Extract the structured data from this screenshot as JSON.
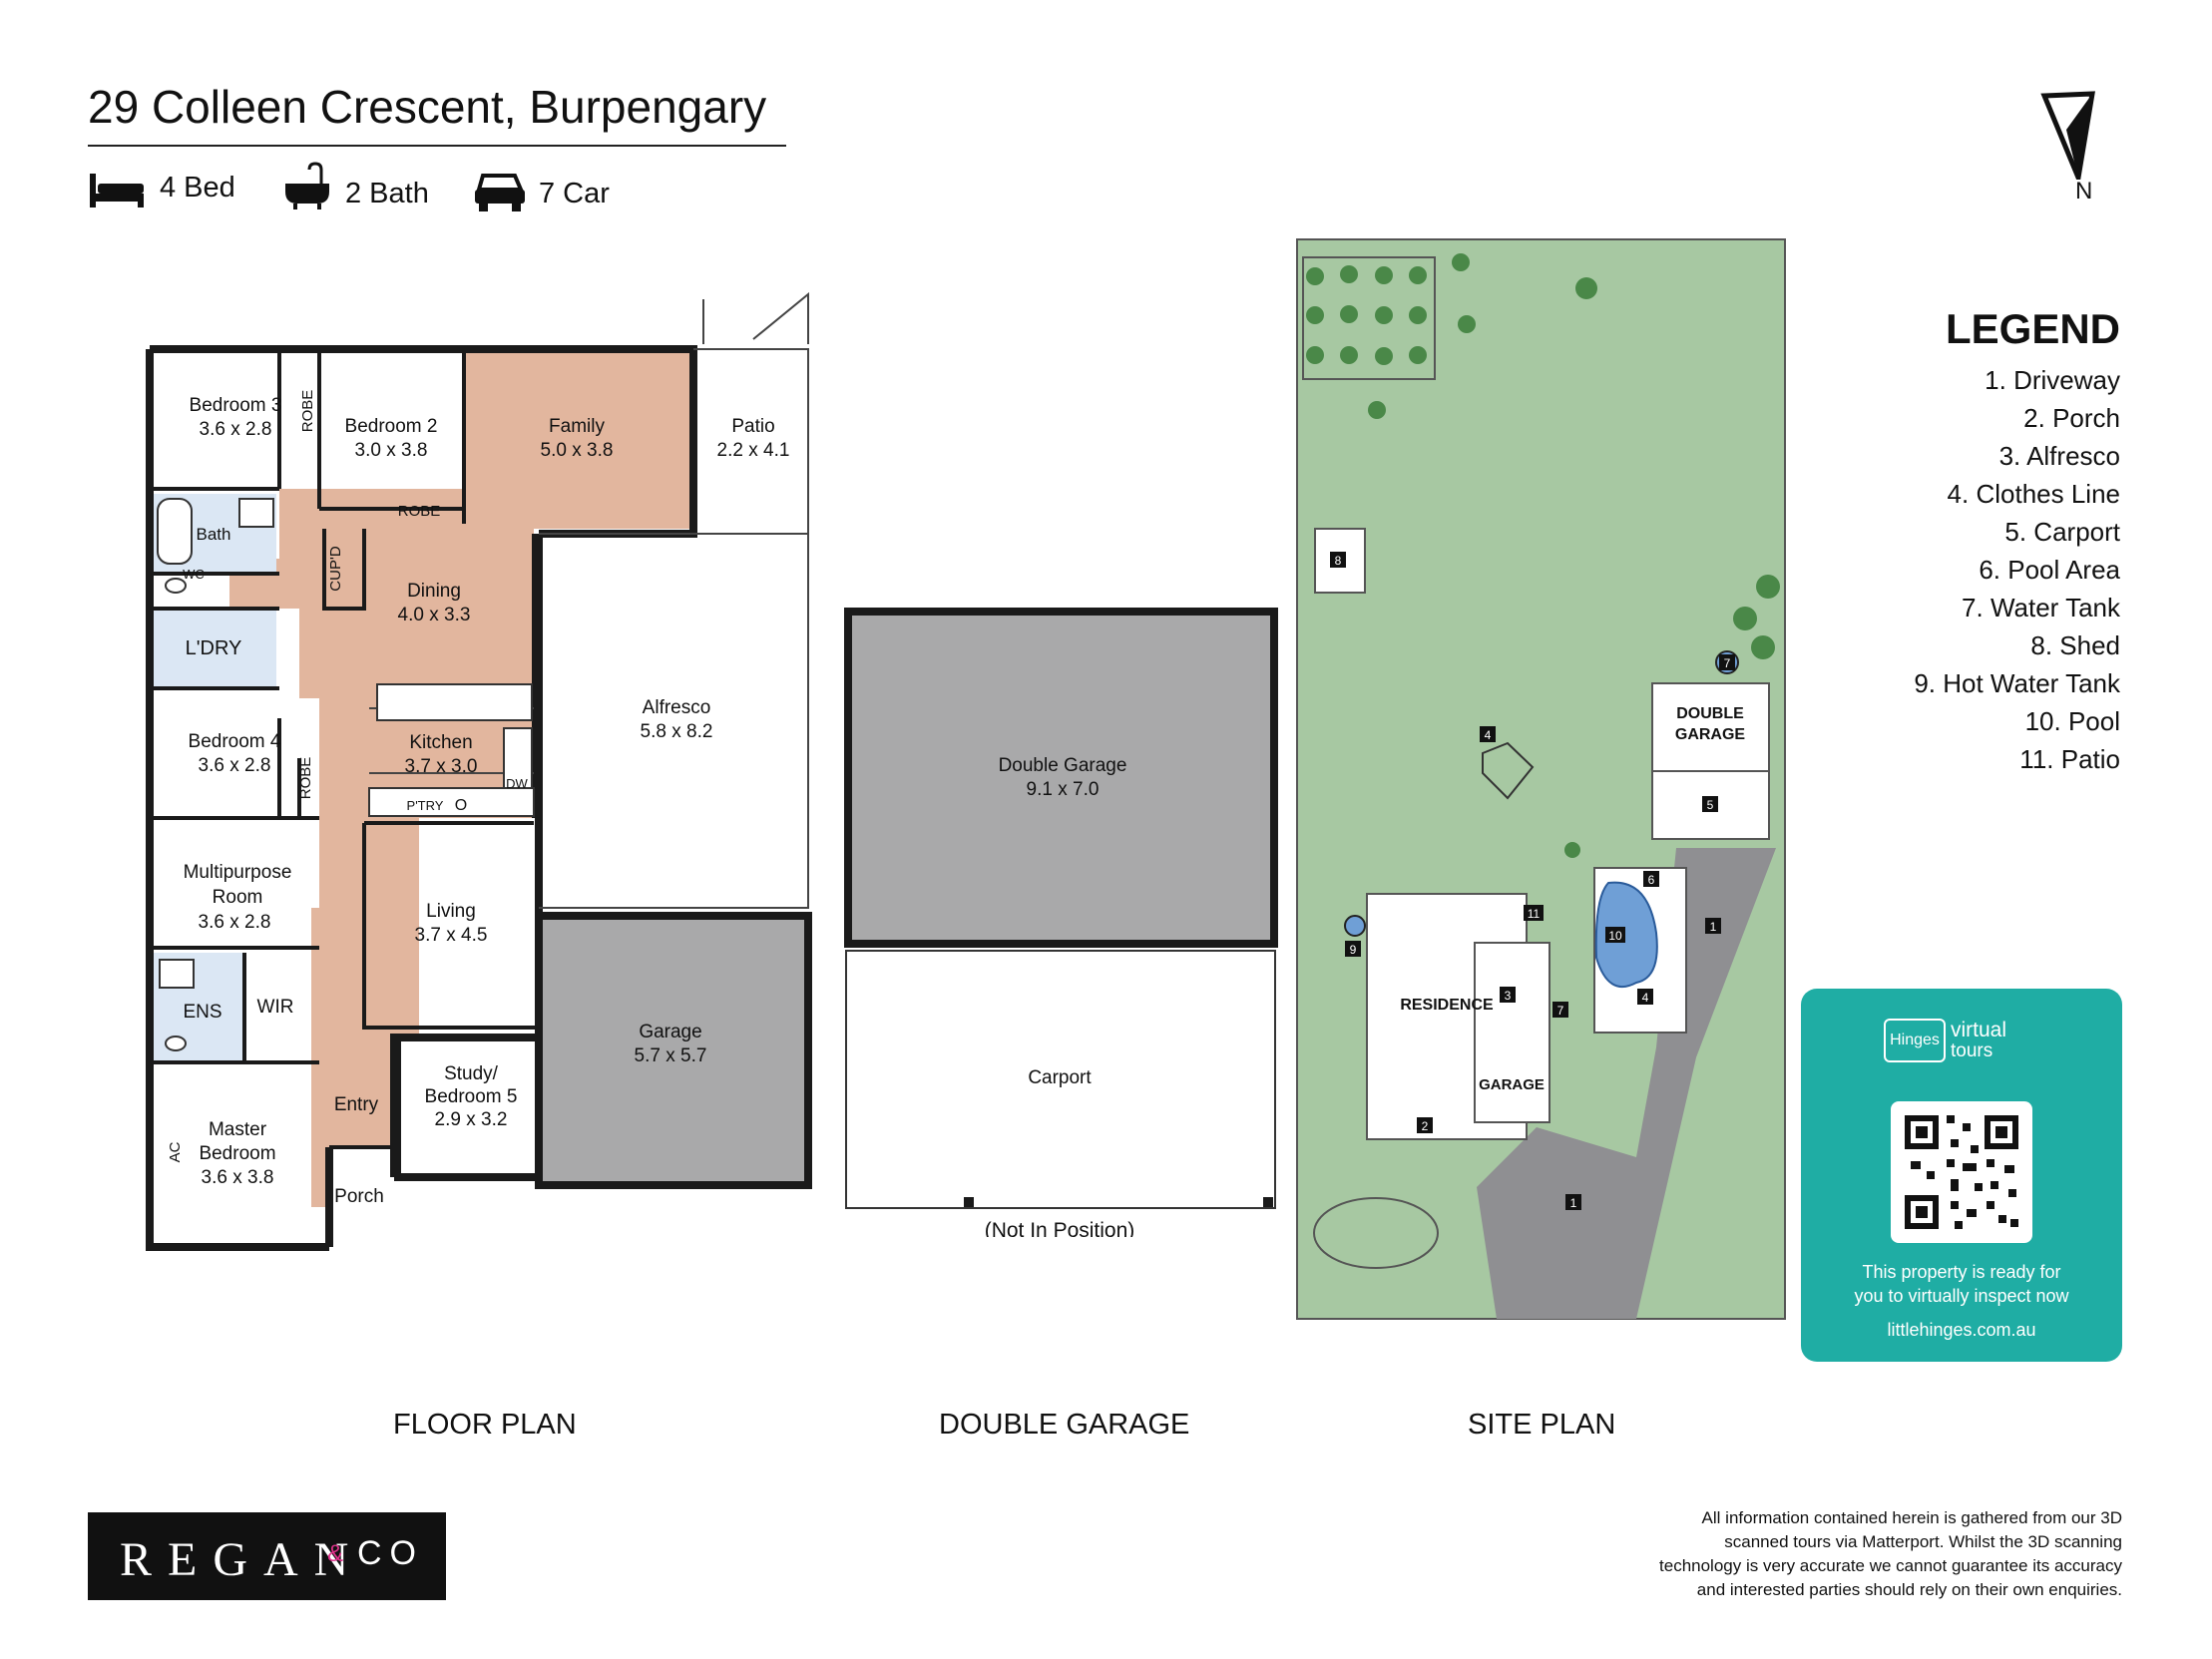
{
  "title": "29 Colleen Crescent, Burpengary",
  "features": {
    "bed": "4 Bed",
    "bath": "2 Bath",
    "car": "7 Car"
  },
  "compass": "N",
  "floor_plan": {
    "label": "FLOOR PLAN",
    "rooms": [
      {
        "name": "Bedroom 3",
        "size": "3.6 x 2.8"
      },
      {
        "name": "Bedroom 2",
        "size": "3.0 x 3.8"
      },
      {
        "name": "Family",
        "size": "5.0 x 3.8"
      },
      {
        "name": "Patio",
        "size": "2.2 x 4.1"
      },
      {
        "name": "Dining",
        "size": "4.0 x 3.3"
      },
      {
        "name": "Alfresco",
        "size": "5.8 x 8.2"
      },
      {
        "name": "Kitchen",
        "size": "3.7 x 3.0"
      },
      {
        "name": "Bedroom 4",
        "size": "3.6 x 2.8"
      },
      {
        "name": "Multipurpose",
        "name2": "Room",
        "size": "3.6 x 2.8"
      },
      {
        "name": "Living",
        "size": "3.7 x 4.5"
      },
      {
        "name": "Garage",
        "size": "5.7 x 5.7"
      },
      {
        "name": "Study/",
        "name2": "Bedroom 5",
        "size": "2.9 x 3.2"
      },
      {
        "name": "Master",
        "name2": "Bedroom",
        "size": "3.6 x 3.8"
      }
    ],
    "small_labels": {
      "robe": "ROBE",
      "bath": "Bath",
      "wc": "WC",
      "cupd": "CUP'D",
      "ldry": "L'DRY",
      "dw": "DW",
      "ptry": "P'TRY",
      "o": "O",
      "ens": "ENS",
      "wir": "WIR",
      "ac": "AC",
      "entry": "Entry",
      "porch": "Porch"
    }
  },
  "double_garage": {
    "label": "DOUBLE GARAGE",
    "garage_name": "Double Garage",
    "garage_size": "9.1 x 7.0",
    "carport": "Carport",
    "note": "(Not In Position)"
  },
  "site_plan": {
    "label": "SITE PLAN",
    "residence": "RESIDENCE",
    "garage": "GARAGE",
    "double_garage_1": "DOUBLE",
    "double_garage_2": "GARAGE",
    "markers": [
      "1",
      "2",
      "3",
      "4",
      "5",
      "6",
      "7",
      "8",
      "9",
      "10",
      "11"
    ]
  },
  "legend": {
    "title": "LEGEND",
    "items": [
      "1. Driveway",
      "2. Porch",
      "3. Alfresco",
      "4. Clothes Line",
      "5. Carport",
      "6. Pool Area",
      "7. Water Tank",
      "8. Shed",
      "9. Hot Water Tank",
      "10. Pool",
      "11. Patio"
    ]
  },
  "tours": {
    "brand_small": "Hinges",
    "virtual": "virtual",
    "tours": "tours",
    "ready_1": "This property is ready for",
    "ready_2": "you to virtually inspect now",
    "site": "littlehinges.com.au"
  },
  "brand": {
    "name": "REGAN",
    "amp": "&",
    "co": "CO"
  },
  "disclaimer": [
    "All information contained herein is gathered from our 3D",
    "scanned tours via Matterport. Whilst the 3D scanning",
    "technology is very accurate we cannot guarantee its accuracy",
    "and interested parties should rely on their own enquiries."
  ],
  "colors": {
    "wall": "#1a1a1a",
    "floor_wood": "#e2b69e",
    "garage_grey": "#a9a9aa",
    "wet_blue": "#dbe7f4",
    "lawn": "#a7c8a2",
    "driveway": "#8f8f92",
    "pool": "#6f9fd6",
    "tours_teal": "#1fada4",
    "brand_pink": "#e0328c"
  }
}
